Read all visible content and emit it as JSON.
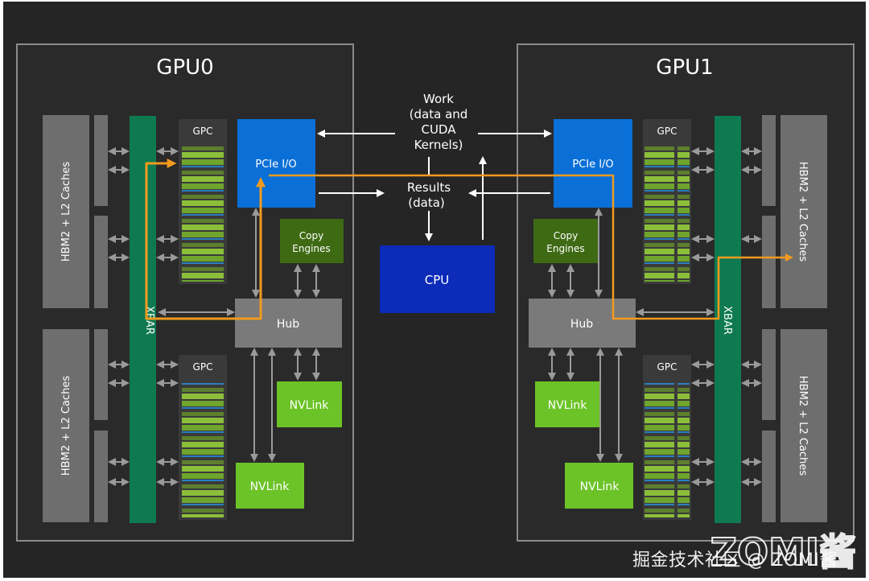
{
  "gpu0": {
    "title": "GPU0",
    "gpc_top": "GPC",
    "gpc_bottom": "GPC",
    "pcie": "PCIe I/O",
    "copy_engines": [
      "Copy",
      "Engines"
    ],
    "hub": "Hub",
    "nvlink_a": "NVLink",
    "nvlink_b": "NVLink",
    "xbar": "XBAR",
    "hbm_top": "HBM2 + L2 Caches",
    "hbm_bottom": "HBM2 + L2 Caches"
  },
  "gpu1": {
    "title": "GPU1",
    "gpc_top": "GPC",
    "gpc_bottom": "GPC",
    "pcie": "PCIe I/O",
    "copy_engines": [
      "Copy",
      "Engines"
    ],
    "hub": "Hub",
    "nvlink_a": "NVLink",
    "nvlink_b": "NVLink",
    "xbar": "XBAR",
    "hbm_top": "HBM2 + L2 Caches",
    "hbm_bottom": "HBM2 + L2 Caches"
  },
  "center": {
    "work_lines": [
      "Work",
      "(data and",
      "CUDA",
      "Kernels)"
    ],
    "results_lines": [
      "Results",
      "(data)"
    ],
    "cpu": "CPU"
  },
  "watermark": {
    "text": "掘金技术社区 @ ZOMI酱",
    "logo": "ZOMI酱"
  },
  "colors": {
    "background": "#252525",
    "panel": "#2a2a2a",
    "panel_border": "#8a8a8a",
    "hbm": "#6e6e6e",
    "xbar": "#0f7a52",
    "pcie": "#0a6fd6",
    "cpu": "#0b2bb8",
    "copy_engines": "#3e6a14",
    "nvlink": "#6cc327",
    "hub": "#7a7a7a",
    "data_path": "#f29a1f",
    "arrow": "#ffffff",
    "gpc": "#3a3a3a"
  }
}
